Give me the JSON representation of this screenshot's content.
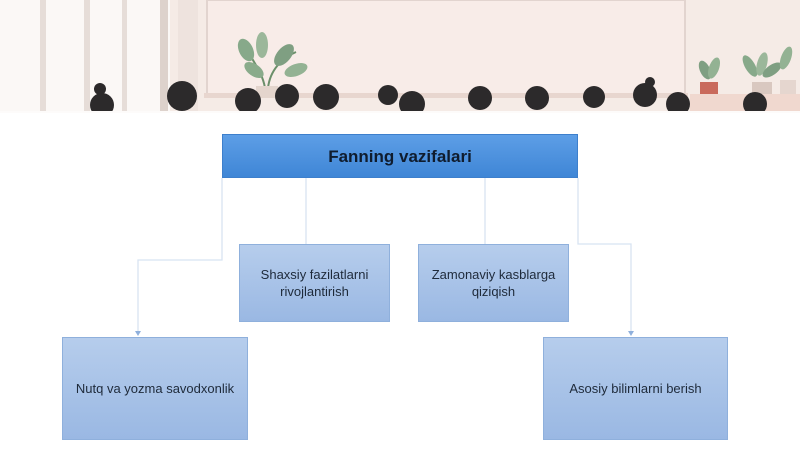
{
  "title": "Fanning vazifalari",
  "nodes": [
    {
      "label": "Shaxsiy fazilatlarni rivojlantirish"
    },
    {
      "label": "Zamonaviy kasblarga qiziqish"
    },
    {
      "label": "Nutq va yozma savodxonlik"
    },
    {
      "label": "Asosiy bilimlarni berish"
    }
  ],
  "colors": {
    "title_fill": "#4a8fdc",
    "node_fill": "#a8c3e8",
    "connector": "#d7e3f3",
    "banner_wall": "#f6ece7"
  }
}
